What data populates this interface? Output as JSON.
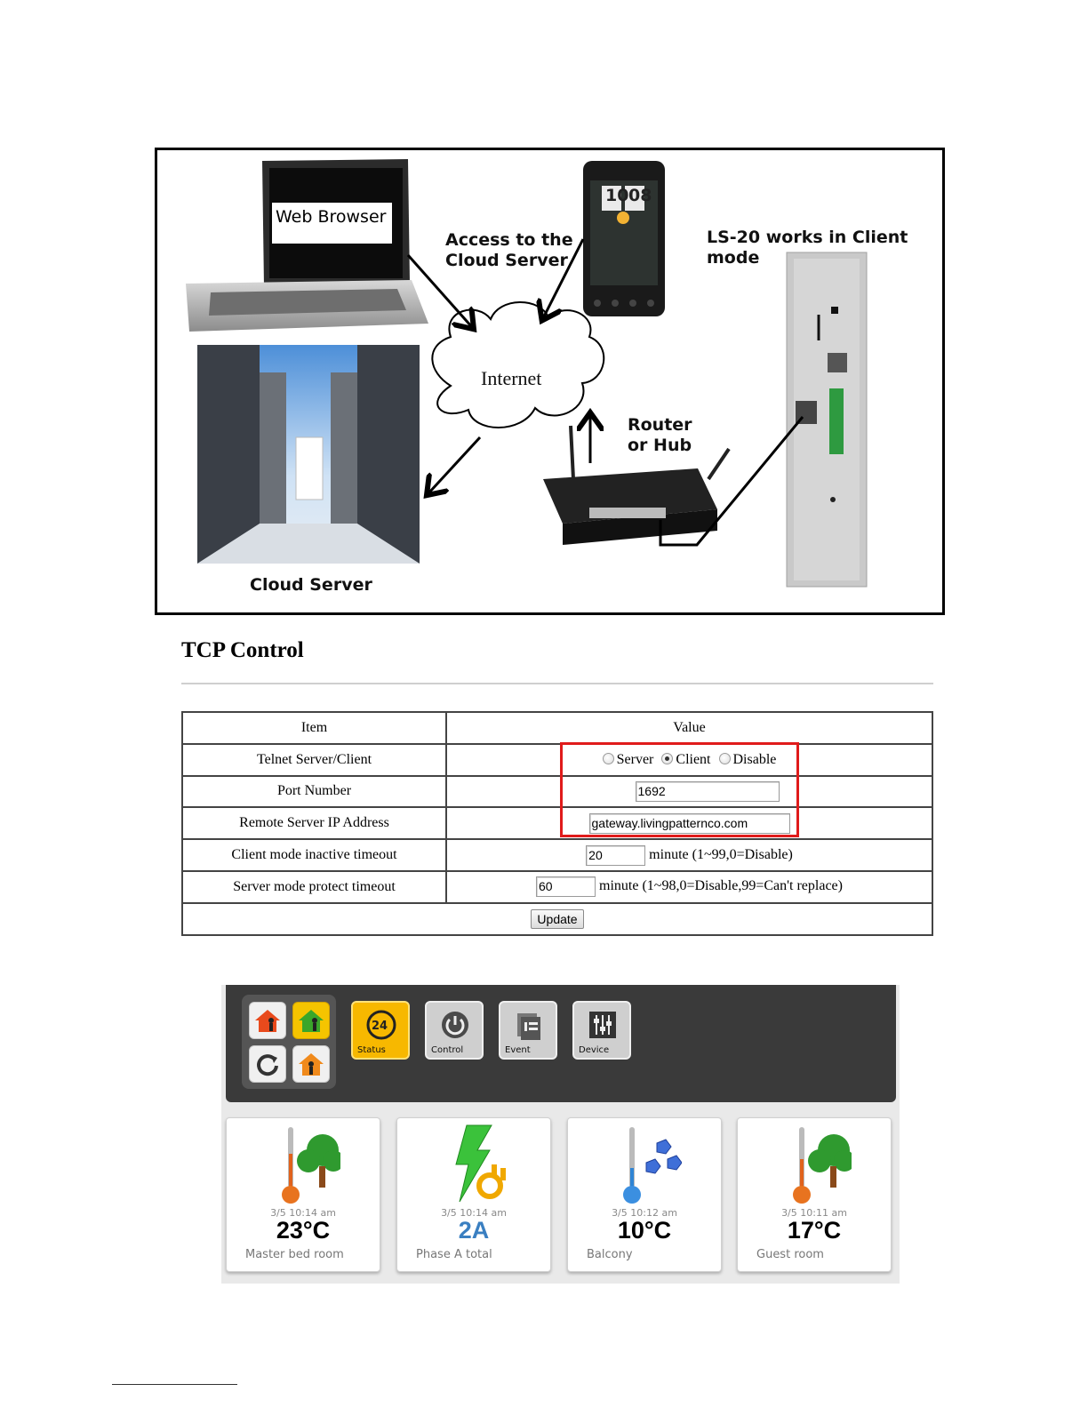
{
  "diagram": {
    "web_browser": "Web Browser",
    "access_line1": "Access to the",
    "access_line2": "Cloud Server",
    "ls20": "LS-20 works in Client mode",
    "internet": "Internet",
    "router_line1": "Router",
    "router_line2": "or Hub",
    "cloud_server": "Cloud Server",
    "phone_time_h": "10",
    "phone_time_m": "08"
  },
  "tcp": {
    "title": "TCP Control",
    "header_item": "Item",
    "header_value": "Value",
    "rows": [
      {
        "item": "Telnet Server/Client"
      },
      {
        "item": "Port Number"
      },
      {
        "item": "Remote Server IP Address"
      },
      {
        "item": "Client mode inactive timeout"
      },
      {
        "item": "Server mode protect timeout"
      }
    ],
    "mode_options": [
      "Server",
      "Client",
      "Disable"
    ],
    "mode_selected": "Client",
    "port_value": "1692",
    "remote_ip_value": "gateway.livingpatternco.com",
    "client_timeout_value": "20",
    "client_timeout_hint": "minute (1~99,0=Disable)",
    "server_timeout_value": "60",
    "server_timeout_hint": "minute (1~98,0=Disable,99=Can't replace)",
    "update_label": "Update"
  },
  "dashboard": {
    "modules": [
      {
        "label": "Status",
        "icon": "clock-24hr-icon",
        "selected": true
      },
      {
        "label": "Control",
        "icon": "power-icon",
        "selected": false
      },
      {
        "label": "Event",
        "icon": "event-log-icon",
        "selected": false
      },
      {
        "label": "Device",
        "icon": "sliders-icon",
        "selected": false
      }
    ],
    "cards": [
      {
        "time": "3/5 10:14 am",
        "value": "23°C",
        "name": "Master bed room",
        "icon": "thermometer-tree-icon"
      },
      {
        "time": "3/5 10:14 am",
        "value": "2A",
        "name": "Phase A total",
        "icon": "power-plug-icon"
      },
      {
        "time": "3/5 10:12 am",
        "value": "10°C",
        "name": "Balcony",
        "icon": "thermometer-ice-icon"
      },
      {
        "time": "3/5 10:11 am",
        "value": "17°C",
        "name": "Guest room",
        "icon": "thermometer-tree-icon"
      }
    ],
    "colors": {
      "accent": "#f7b800",
      "current_value": "#3a7fc1",
      "bar": "#3a3a3a"
    }
  }
}
